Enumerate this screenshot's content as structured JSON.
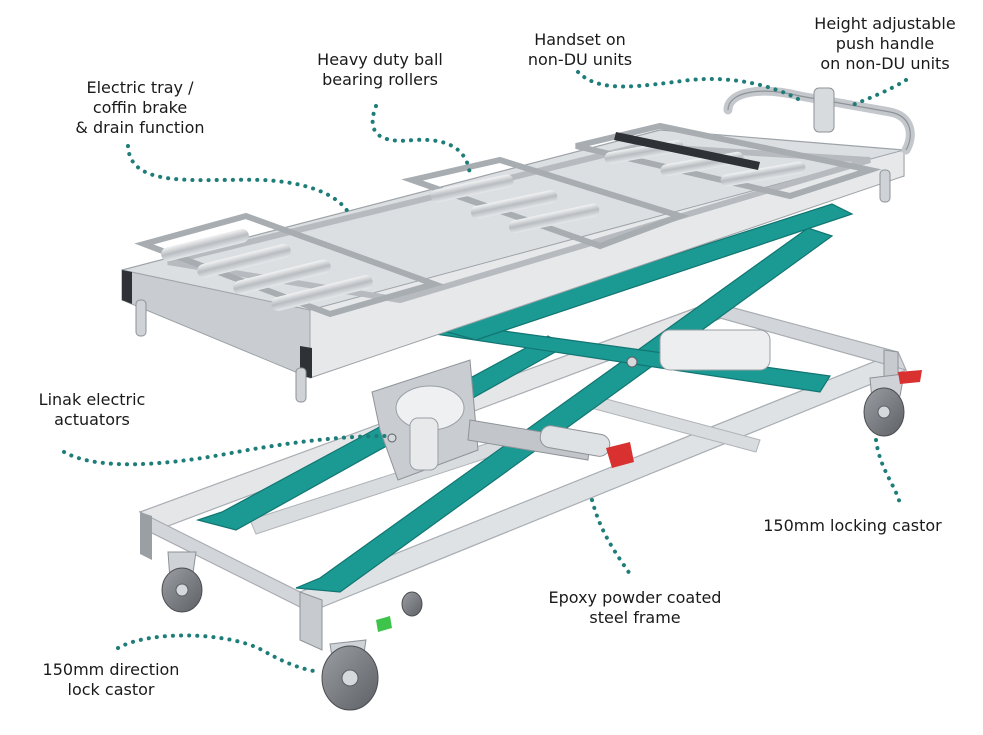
{
  "colors": {
    "frame_teal": "#1b9a94",
    "frame_silver": "#d6d9dc",
    "dots": "#1e7d78",
    "brake_red": "#d93030",
    "text": "#1a1a1a"
  },
  "callouts": {
    "tray_brake": {
      "lines": [
        "Electric tray /",
        "coffin brake",
        "& drain function"
      ]
    },
    "rollers": {
      "lines": [
        "Heavy duty ball",
        "bearing rollers"
      ]
    },
    "handset": {
      "lines": [
        "Handset on",
        "non-DU units"
      ]
    },
    "handle": {
      "lines": [
        "Height adjustable",
        "push handle",
        "on non-DU units"
      ]
    },
    "actuators": {
      "lines": [
        "Linak electric",
        "actuators"
      ]
    },
    "locking_castor": {
      "lines": [
        "150mm locking castor"
      ]
    },
    "frame": {
      "lines": [
        "Epoxy powder coated",
        "steel frame"
      ]
    },
    "direction_castor": {
      "lines": [
        "150mm direction",
        "lock castor"
      ]
    }
  }
}
